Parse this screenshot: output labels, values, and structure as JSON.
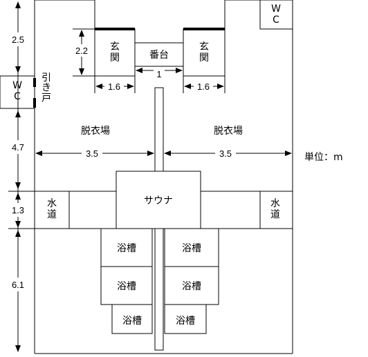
{
  "unit_label": "単位：m",
  "rooms": {
    "wc_top": "W\nC",
    "wc_left": "W\nC",
    "sliding_door": "引き戸",
    "entrance_left": "玄\n関",
    "entrance_right": "玄\n関",
    "reception": "番台",
    "changing_left": "脱衣場",
    "changing_right": "脱衣場",
    "sauna": "サウナ",
    "water_left": "水\n道",
    "water_right": "水\n道",
    "bathtub": "浴槽"
  },
  "dimensions": {
    "left_top": "2.5",
    "left_mid": "4.7",
    "left_water": "1.3",
    "left_bottom": "6.1",
    "entrance_height": "2.2",
    "entrance_width_left": "1.6",
    "entrance_width_right": "1.6",
    "reception_width": "1",
    "changing_left_width": "3.5",
    "changing_right_width": "3.5"
  }
}
